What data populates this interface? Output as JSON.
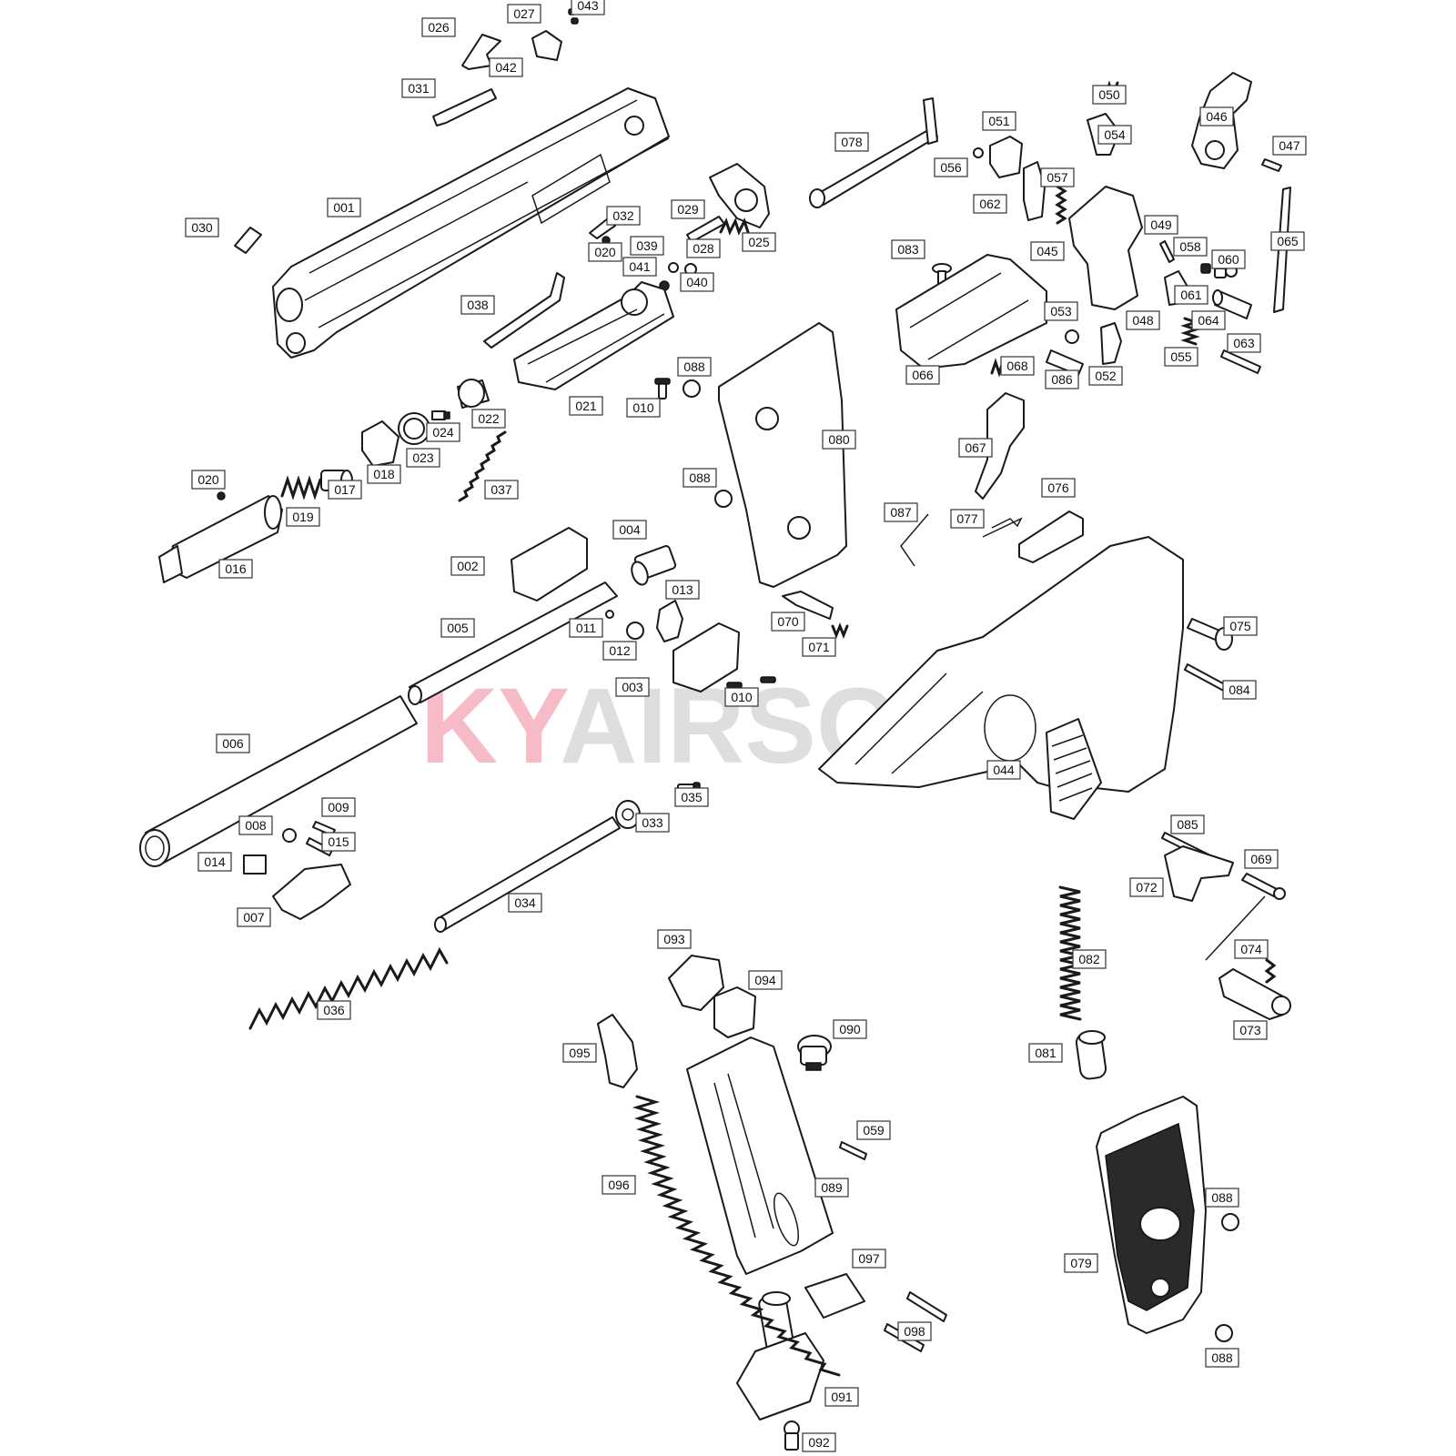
{
  "watermark": {
    "text_a": "KY",
    "text_b": "AIRSOFT",
    "color_a": "#e0103a",
    "color_b": "#8c8c8c"
  },
  "parts": [
    {
      "id": "001"
    },
    {
      "id": "002"
    },
    {
      "id": "003"
    },
    {
      "id": "004"
    },
    {
      "id": "005"
    },
    {
      "id": "006"
    },
    {
      "id": "007"
    },
    {
      "id": "008"
    },
    {
      "id": "009"
    },
    {
      "id": "010"
    },
    {
      "id": "011"
    },
    {
      "id": "012"
    },
    {
      "id": "013"
    },
    {
      "id": "014"
    },
    {
      "id": "015"
    },
    {
      "id": "016"
    },
    {
      "id": "017"
    },
    {
      "id": "018"
    },
    {
      "id": "019"
    },
    {
      "id": "020"
    },
    {
      "id": "021"
    },
    {
      "id": "022"
    },
    {
      "id": "023"
    },
    {
      "id": "024"
    },
    {
      "id": "025"
    },
    {
      "id": "026"
    },
    {
      "id": "027"
    },
    {
      "id": "028"
    },
    {
      "id": "029"
    },
    {
      "id": "030"
    },
    {
      "id": "031"
    },
    {
      "id": "032"
    },
    {
      "id": "033"
    },
    {
      "id": "034"
    },
    {
      "id": "035"
    },
    {
      "id": "036"
    },
    {
      "id": "037"
    },
    {
      "id": "038"
    },
    {
      "id": "039"
    },
    {
      "id": "040"
    },
    {
      "id": "041"
    },
    {
      "id": "042"
    },
    {
      "id": "043"
    },
    {
      "id": "044"
    },
    {
      "id": "045"
    },
    {
      "id": "046"
    },
    {
      "id": "047"
    },
    {
      "id": "048"
    },
    {
      "id": "049"
    },
    {
      "id": "050"
    },
    {
      "id": "051"
    },
    {
      "id": "052"
    },
    {
      "id": "053"
    },
    {
      "id": "054"
    },
    {
      "id": "055"
    },
    {
      "id": "056"
    },
    {
      "id": "057"
    },
    {
      "id": "058"
    },
    {
      "id": "059"
    },
    {
      "id": "060"
    },
    {
      "id": "061"
    },
    {
      "id": "062"
    },
    {
      "id": "063"
    },
    {
      "id": "064"
    },
    {
      "id": "065"
    },
    {
      "id": "066"
    },
    {
      "id": "067"
    },
    {
      "id": "068"
    },
    {
      "id": "069"
    },
    {
      "id": "070"
    },
    {
      "id": "071"
    },
    {
      "id": "072"
    },
    {
      "id": "073"
    },
    {
      "id": "074"
    },
    {
      "id": "075"
    },
    {
      "id": "076"
    },
    {
      "id": "077"
    },
    {
      "id": "078"
    },
    {
      "id": "079"
    },
    {
      "id": "080"
    },
    {
      "id": "081"
    },
    {
      "id": "082"
    },
    {
      "id": "083"
    },
    {
      "id": "084"
    },
    {
      "id": "085"
    },
    {
      "id": "086"
    },
    {
      "id": "087"
    },
    {
      "id": "088"
    },
    {
      "id": "089"
    },
    {
      "id": "090"
    },
    {
      "id": "091"
    },
    {
      "id": "092"
    },
    {
      "id": "093"
    },
    {
      "id": "094"
    },
    {
      "id": "095"
    },
    {
      "id": "096"
    },
    {
      "id": "097"
    },
    {
      "id": "098"
    }
  ]
}
